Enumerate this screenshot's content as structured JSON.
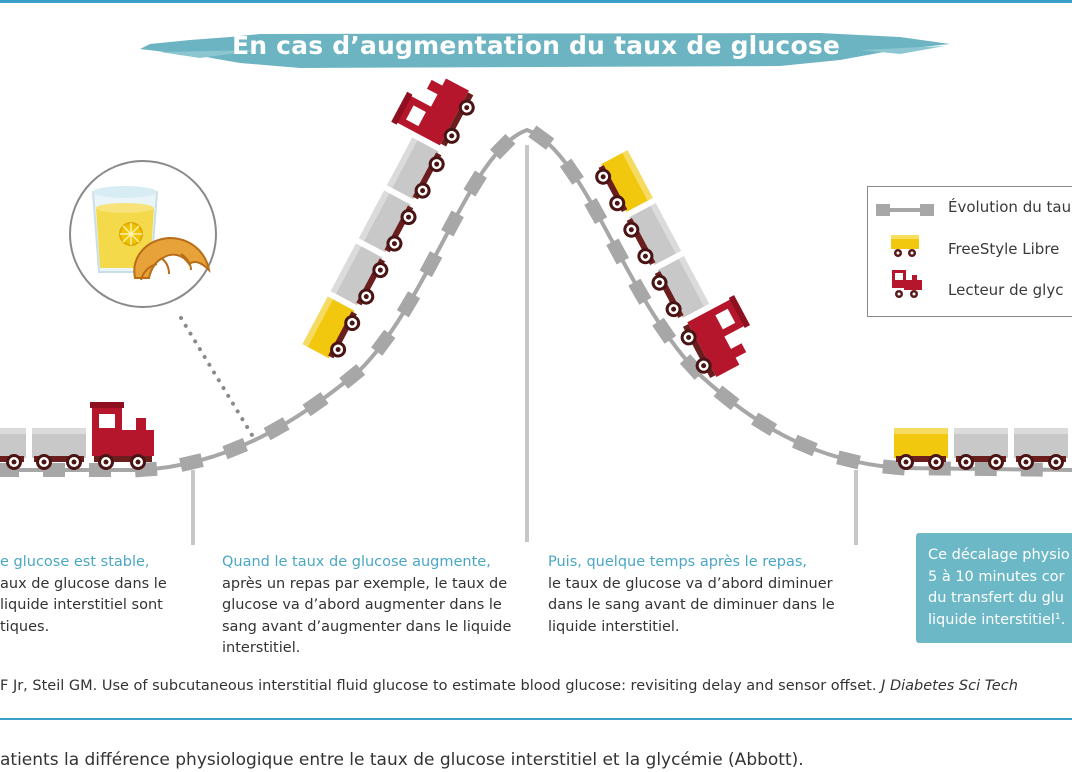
{
  "header": {
    "title": "En cas d’augmentation du taux de glucose",
    "banner_color": "#6db4c2"
  },
  "legend": {
    "items": [
      {
        "icon": "track-segment-icon",
        "label": "Évolution du tau"
      },
      {
        "icon": "yellow-wagon-icon",
        "label": "FreeStyle Libre"
      },
      {
        "icon": "red-locomotive-icon",
        "label": "Lecteur de glyc"
      }
    ]
  },
  "illustration": {
    "food": [
      "glass-of-juice-icon",
      "croissant-icon"
    ]
  },
  "captions": [
    {
      "lead": "e glucose est stable,",
      "lines": [
        "aux de glucose dans le",
        "liquide interstitiel sont",
        "tiques."
      ]
    },
    {
      "lead": "Quand le taux de glucose augmente,",
      "lines": [
        "après un repas par exemple, le taux de",
        "glucose va d’abord augmenter dans le",
        "sang avant d’augmenter dans le liquide",
        "interstitiel."
      ]
    },
    {
      "lead": "Puis, quelque temps après le repas,",
      "lines": [
        "le taux de glucose va d’abord diminuer",
        "dans le sang avant de diminuer dans le",
        "liquide interstitiel."
      ]
    }
  ],
  "note": {
    "lines": [
      "Ce décalage physio",
      "5 à 10 minutes cor",
      "du transfert du glu",
      "liquide interstitiel¹."
    ],
    "color": "#6cb8c6"
  },
  "reference": {
    "text": "F Jr, Steil GM. Use of subcutaneous interstitial fluid glucose to estimate blood glucose: revisiting delay and sensor offset. ",
    "journal": "J Diabetes Sci Tech"
  },
  "figure_caption": "atients la différence physiologique entre le taux de glucose interstitiel et la glycémie (Abbott).",
  "colors": {
    "accent": "#3aa0c8",
    "caption_lead": "#4aa7c4",
    "locomotive": "#b5162c",
    "freestyle": "#f2c80f",
    "wagon": "#c8c8c8",
    "track": "#a7a7a7"
  }
}
